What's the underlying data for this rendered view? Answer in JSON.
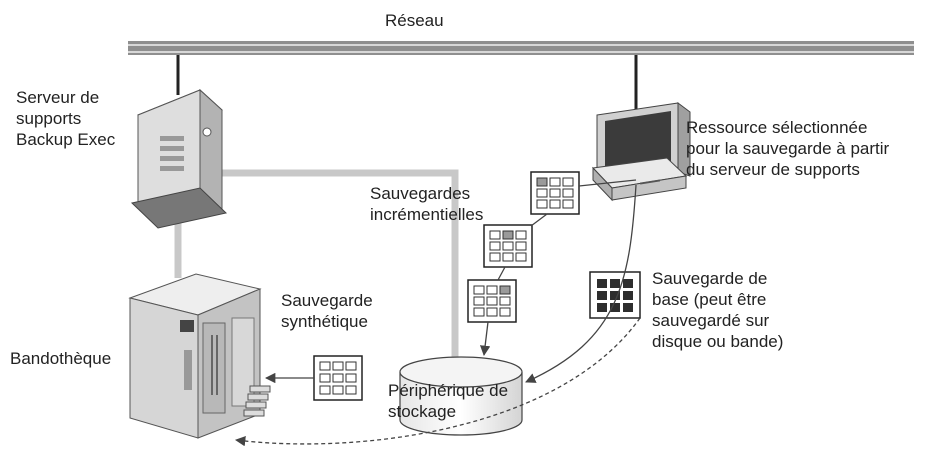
{
  "labels": {
    "network": "Réseau",
    "media_server": "Serveur de\nsupports\nBackup Exec",
    "selected_resource": "Ressource sélectionnée\npour la sauvegarde à partir\ndu serveur de supports",
    "incremental_backups": "Sauvegardes\nincrémentielles",
    "full_backup": "Sauvegarde de\nbase (peut être\nsauvegardé sur\ndisque ou bande)",
    "synthetic_backup": "Sauvegarde\nsynthétique",
    "tape_library": "Bandothèque",
    "storage_device": "Périphérique de\nstockage"
  },
  "icons": {
    "network": "network-bus-icon",
    "media_server": "server-tower-icon",
    "workstation": "workstation-computer-icon",
    "tape_library": "tape-library-icon",
    "storage_device": "disk-storage-icon",
    "backup_set": "backup-grid-icon"
  },
  "colors": {
    "connection_line": "#c8c8c8",
    "arrow": "#444444",
    "full_backup_fill": "#2e2e2e",
    "incremental_fill": "#9a9a9a",
    "device_body": "#d9d9d9"
  }
}
